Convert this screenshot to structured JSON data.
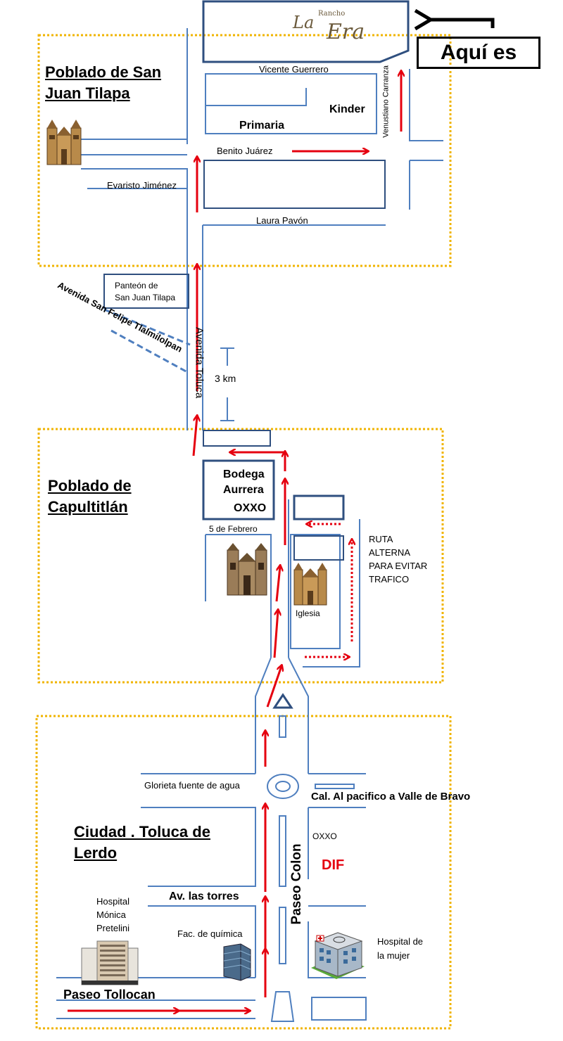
{
  "header": {
    "logo_small": "Rancho",
    "logo_la": "La",
    "logo_era": "Era",
    "here_label": "Aquí es"
  },
  "regions": {
    "san_juan": "Poblado de San Juan Tilapa",
    "capultitlan": "Poblado de Capultitlán",
    "toluca": "Ciudad .  Toluca de Lerdo"
  },
  "streets": {
    "vicente_guerrero": "Vicente Guerrero",
    "venustiano_carranza": "Venustiano Carranza",
    "benito_juarez": "Benito Juárez",
    "evaristo_jimenez": "Evaristo Jiménez",
    "laura_pavon": "Laura Pavón",
    "avenida_toluca": "Avenida Toluca",
    "avenida_san_felipe": "Avenida San Felipe Tlalmilolpan",
    "cinco_de_febrero": "5 de Febrero",
    "glorieta": "Glorieta fuente de agua",
    "calzada": "Cal. Al pacifico a Valle de Bravo",
    "paseo_colon": "Paseo Colon",
    "av_las_torres": "Av. las torres",
    "paseo_tollocan": "Paseo Tollocan"
  },
  "places": {
    "primaria": "Primaria",
    "kinder": "Kinder",
    "panteon_line1": "Panteón de",
    "panteon_line2": "San Juan Tilapa",
    "bodega_line1": "Bodega",
    "bodega_line2": "Aurrera",
    "oxxo_capultitlan": "OXXO",
    "iglesia": "Iglesia",
    "oxxo_toluca": "OXXO",
    "dif": "DIF",
    "hospital_monica_1": "Hospital",
    "hospital_monica_2": "Mónica",
    "hospital_monica_3": "Pretelini",
    "fac_quimica": "Fac. de química",
    "hospital_mujer_1": "Hospital de",
    "hospital_mujer_2": "la mujer"
  },
  "distance": "3 km",
  "alt_route": [
    "RUTA",
    "ALTERNA",
    "PARA EVITAR",
    "TRAFICO"
  ],
  "colors": {
    "road": "#4f7fbf",
    "route": "#e5000f",
    "region_border": "#f0b400",
    "block": "#2f4f7f",
    "dif": "#e5000f"
  }
}
